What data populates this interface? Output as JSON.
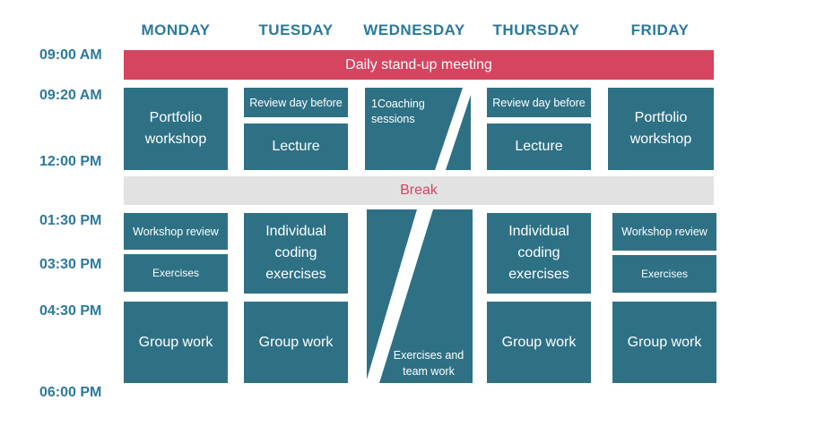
{
  "days": [
    "MONDAY",
    "TUESDAY",
    "WEDNESDAY",
    "THURSDAY",
    "FRIDAY"
  ],
  "times": [
    "09:00 AM",
    "09:20 AM",
    "12:00 PM",
    "01:30 PM",
    "03:30 PM",
    "04:30 PM",
    "06:00 PM"
  ],
  "standup": "Daily stand-up meeting",
  "break": "Break",
  "monday": {
    "portfolio": "Portfolio workshop",
    "review": "Workshop review",
    "exercises": "Exercises",
    "group": "Group work"
  },
  "tuesday": {
    "review": "Review day before",
    "lecture": "Lecture",
    "coding": "Individual coding exercises",
    "group": "Group work"
  },
  "wednesday": {
    "coaching": "1Coaching sessions",
    "exercises_team": "Exercises and team work"
  },
  "thursday": {
    "review": "Review day before",
    "lecture": "Lecture",
    "coding": "Individual coding exercises",
    "group": "Group work"
  },
  "friday": {
    "portfolio": "Portfolio workshop",
    "review": "Workshop review",
    "exercises": "Exercises",
    "group": "Group work"
  },
  "colors": {
    "block": "#2e7185",
    "header": "#2b7a99",
    "standup": "#d5455f",
    "break_bg": "#e2e2e2",
    "break_text": "#d5455f"
  }
}
